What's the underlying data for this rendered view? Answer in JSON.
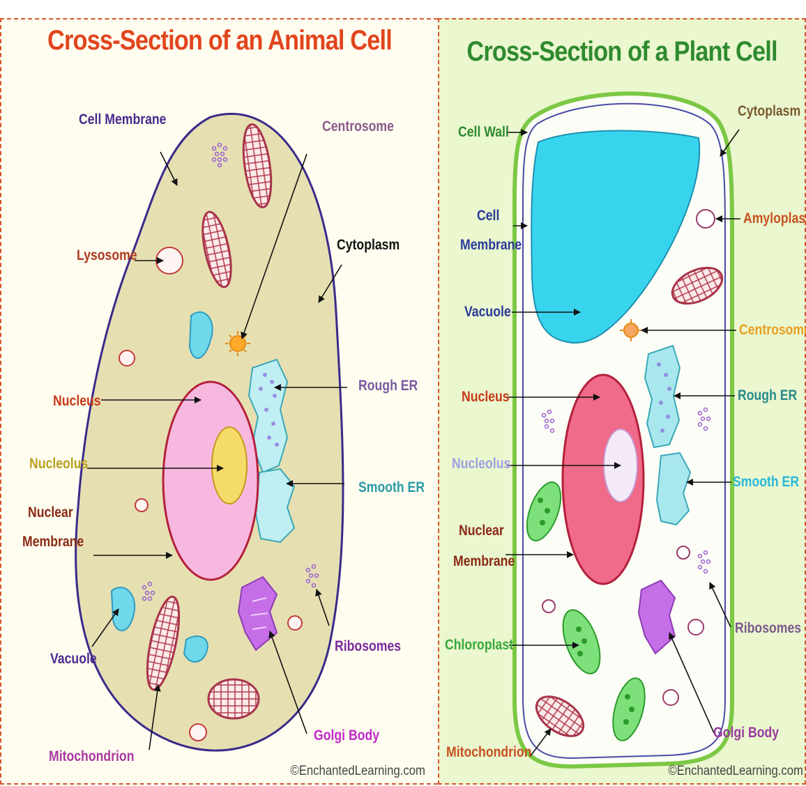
{
  "animal": {
    "title": "Cross-Section of an Animal Cell",
    "credit": "©EnchantedLearning.com",
    "labels": {
      "cell_membrane": "Cell Membrane",
      "centrosome": "Centrosome",
      "lysosome": "Lysosome",
      "cytoplasm": "Cytoplasm",
      "nucleus": "Nucleus",
      "rough_er": "Rough ER",
      "nucleolus": "Nucleolus",
      "smooth_er": "Smooth ER",
      "nuclear_membrane_1": "Nuclear",
      "nuclear_membrane_2": "Membrane",
      "vacuole": "Vacuole",
      "ribosomes": "Ribosomes",
      "golgi_body": "Golgi Body",
      "mitochondrion": "Mitochondrion"
    },
    "colors": {
      "cytoplasm": "#e6dfb2",
      "cell_membrane": "#3a2a8a",
      "nucleus": "#f7b8e0",
      "nucleolus": "#f5dc6a",
      "golgi": "#c56ee8"
    }
  },
  "plant": {
    "title": "Cross-Section of a Plant Cell",
    "credit": "©EnchantedLearning.com",
    "labels": {
      "cell_wall": "Cell Wall",
      "cytoplasm": "Cytoplasm",
      "cell_membrane_1": "Cell",
      "cell_membrane_2": "Membrane",
      "amyloplast": "Amyloplast",
      "vacuole": "Vacuole",
      "centrosome": "Centrosome",
      "nucleus": "Nucleus",
      "rough_er": "Rough ER",
      "nucleolus": "Nucleolus",
      "smooth_er": "Smooth ER",
      "nuclear_membrane_1": "Nuclear",
      "nuclear_membrane_2": "Membrane",
      "chloroplast": "Chloroplast",
      "ribosomes": "Ribosomes",
      "golgi_body": "Golgi Body",
      "mitochondrion": "Mitochondrion"
    },
    "colors": {
      "cell_wall": "#7cc845",
      "vacuole": "#38d4ee",
      "nucleus": "#f06a8a",
      "chloroplast": "#7de07a"
    }
  }
}
